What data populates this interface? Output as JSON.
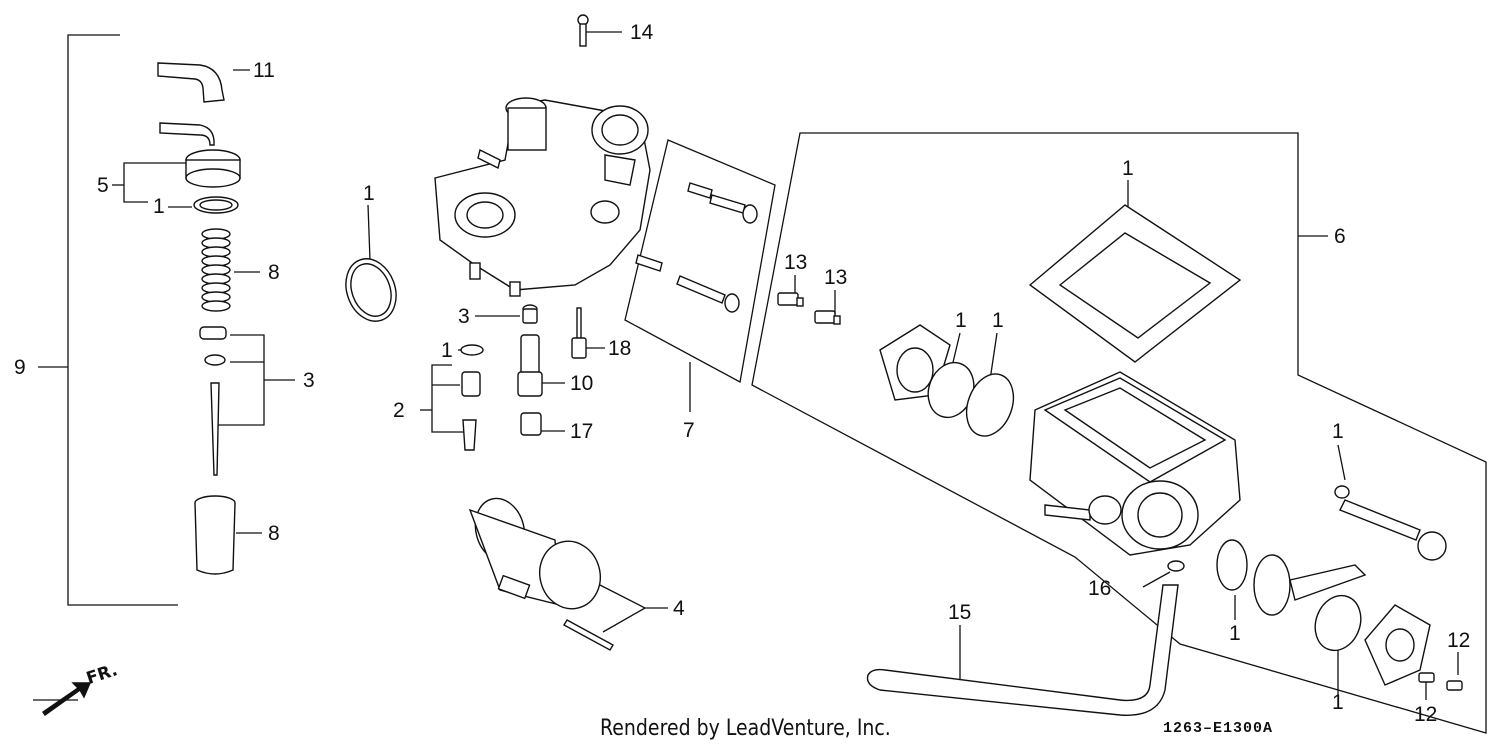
{
  "callouts": [
    "1",
    "2",
    "3",
    "4",
    "5",
    "6",
    "7",
    "8",
    "9",
    "10",
    "11",
    "12",
    "13",
    "14",
    "15",
    "16",
    "17",
    "18"
  ],
  "footer": {
    "credit": "Rendered by LeadVenture, Inc.",
    "diagram_code": "1263–E1300A"
  },
  "front_indicator": "FR."
}
